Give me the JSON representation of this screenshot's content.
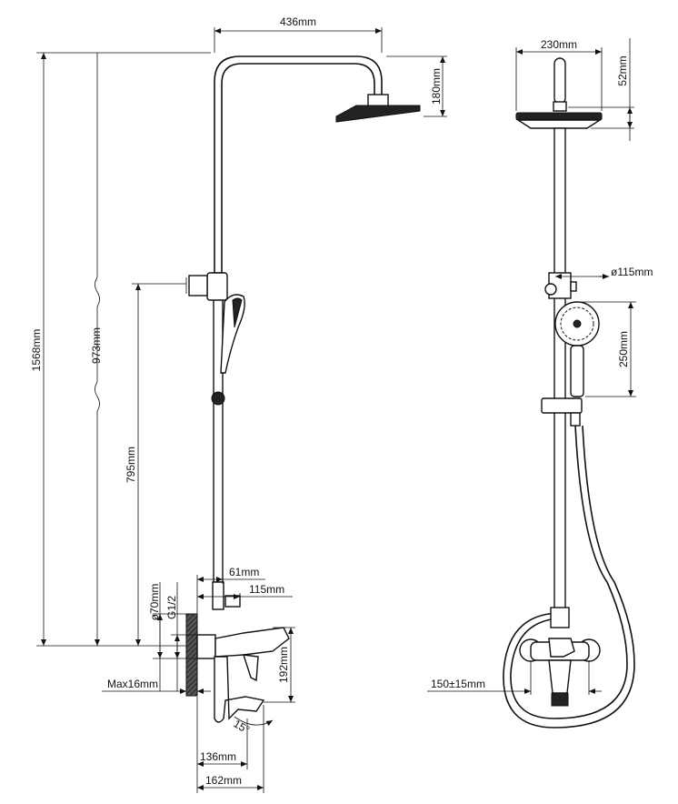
{
  "labels": {
    "head_width": "436mm",
    "head_drop": "180mm",
    "total_height": "1568mm",
    "rail_height": "973mm",
    "handset_height": "795mm",
    "arm_61": "61mm",
    "arm_115": "115mm",
    "wall_dia": "ø70mm",
    "thread": "G1/2",
    "valve_height": "192mm",
    "max_offset": "Max16mm",
    "spout_angle": "15°",
    "depth_136": "136mm",
    "depth_162": "162mm",
    "head_dia": "230mm",
    "head_thickness": "52mm",
    "handset_dia": "ø115mm",
    "handset_length": "250mm",
    "center_distance": "150±15mm"
  }
}
